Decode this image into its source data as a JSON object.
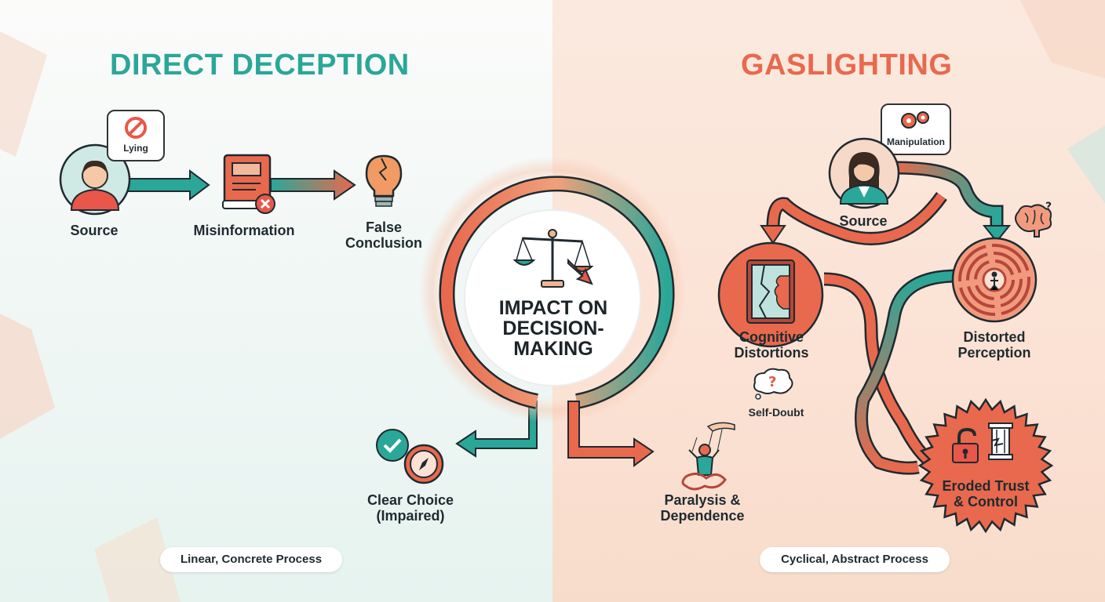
{
  "left": {
    "title": "DIRECT DECEPTION",
    "nodes": {
      "source": "Source",
      "lying": "Lying",
      "misinformation": "Misinformation",
      "false_conclusion_1": "False",
      "false_conclusion_2": "Conclusion",
      "clear_choice_1": "Clear Choice",
      "clear_choice_2": "(Impaired)"
    },
    "footer": "Linear, Concrete Process"
  },
  "center": {
    "line1": "IMPACT ON",
    "line2": "DECISION-",
    "line3": "MAKING"
  },
  "right": {
    "title": "GASLIGHTING",
    "nodes": {
      "manipulation": "Manipulation",
      "source": "Source",
      "cognitive_1": "Cognitive",
      "cognitive_2": "Distortions",
      "distorted_1": "Distorted",
      "distorted_2": "Perception",
      "self_doubt": "Self-Doubt",
      "paralysis_1": "Paralysis &",
      "paralysis_2": "Dependence",
      "eroded_1": "Eroded Trust",
      "eroded_2": "& Control"
    },
    "footer": "Cyclical, Abstract Process"
  },
  "colors": {
    "teal": "#2aa798",
    "coral": "#e8694d",
    "dark": "#1f2a30"
  },
  "icons": [
    "person-icon",
    "no-sign-icon",
    "book-icon",
    "x-badge-icon",
    "broken-bulb-icon",
    "scale-icon",
    "down-arrow-icon",
    "check-icon",
    "compass-icon",
    "gears-icon",
    "woman-icon",
    "brain-icon",
    "cracked-mirror-icon",
    "maze-icon",
    "thought-bubble-icon",
    "puppet-icon",
    "padlock-icon",
    "broken-pillar-icon"
  ]
}
